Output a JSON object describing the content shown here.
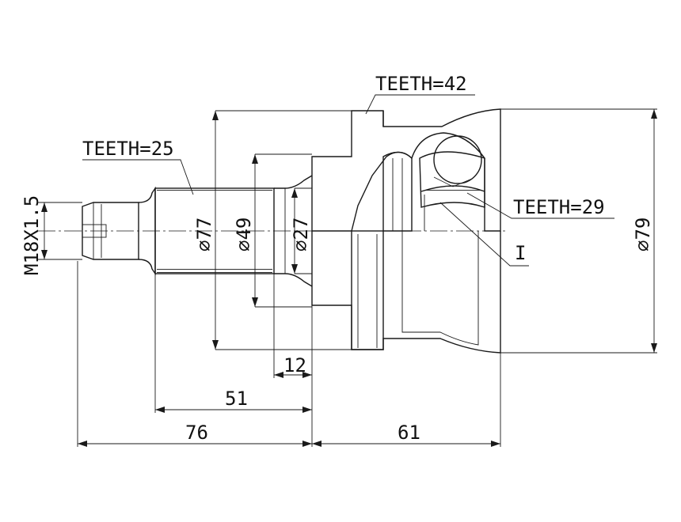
{
  "labels": {
    "teeth_top": "TEETH=42",
    "teeth_left": "TEETH=25",
    "teeth_right": "TEETH=29",
    "thread": "M18X1.5",
    "section_mark": "I"
  },
  "dimensions": {
    "d77": "⌀77",
    "d49": "⌀49",
    "d27": "⌀27",
    "d79": "⌀79",
    "len12": "12",
    "len51": "51",
    "len76": "76",
    "len61": "61"
  }
}
